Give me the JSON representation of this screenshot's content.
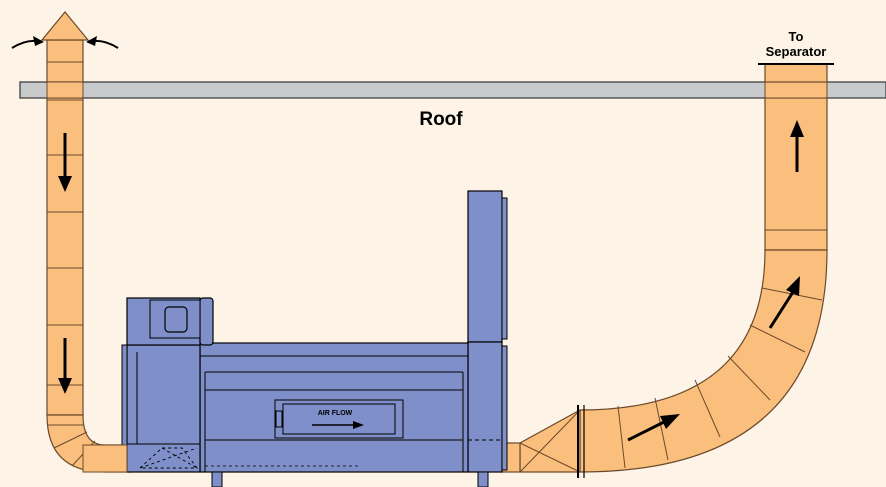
{
  "labels": {
    "roof": "Roof",
    "destination_line1": "To",
    "destination_line2": "Separator",
    "unit_label": "AIR FLOW"
  },
  "colors": {
    "background": "#fdf3e6",
    "duct": "#fbbf7d",
    "duct_stroke": "#6b4a2a",
    "roof": "#c9cacc",
    "machine": "#7f8fc9",
    "machine_dark": "#5b6aa6",
    "arrow": "#000000"
  }
}
